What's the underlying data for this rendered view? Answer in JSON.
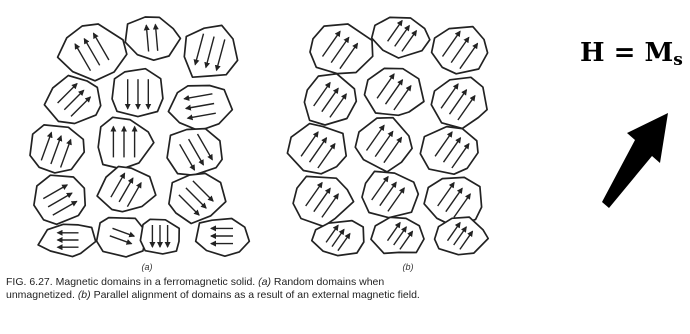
{
  "figure": {
    "label_a": "(a)",
    "label_b": "(b)",
    "caption": {
      "fig_number": "FIG. 6.27.",
      "line1_text": "Magnetic domains in a ferromagnetic solid.",
      "part_a_tag": "(a)",
      "part_a_text": "Random domains when unmagnetized.",
      "part_b_tag": "(b)",
      "part_b_text": "Parallel alignment of domains as a result of an external magnetic field."
    }
  },
  "equation": {
    "lhs": "H",
    "operator": "=",
    "symbol": "M",
    "subscript": "s"
  },
  "field_arrow": {
    "direction": "up-right",
    "icon": "thick-arrow-icon"
  }
}
